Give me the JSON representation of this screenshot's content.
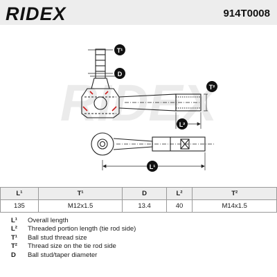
{
  "header": {
    "brand": "RIDEX",
    "part_number": "914T0008"
  },
  "drawing": {
    "watermark": "RIDEX",
    "labels": {
      "t1": "T¹",
      "d": "D",
      "t2": "T²",
      "l2": "L²",
      "l1": "L¹"
    }
  },
  "table": {
    "headers": [
      "L¹",
      "T¹",
      "D",
      "L²",
      "T²"
    ],
    "values": [
      "135",
      "M12x1.5",
      "13.4",
      "40",
      "M14x1.5"
    ]
  },
  "legend": [
    {
      "code": "L¹",
      "text": "Overall length"
    },
    {
      "code": "L²",
      "text": "Threaded portion length (tie rod side)"
    },
    {
      "code": "T¹",
      "text": "Ball stud thread size"
    },
    {
      "code": "T²",
      "text": "Thread size on the tie rod side"
    },
    {
      "code": "D",
      "text": "Ball stud/taper diameter"
    }
  ]
}
